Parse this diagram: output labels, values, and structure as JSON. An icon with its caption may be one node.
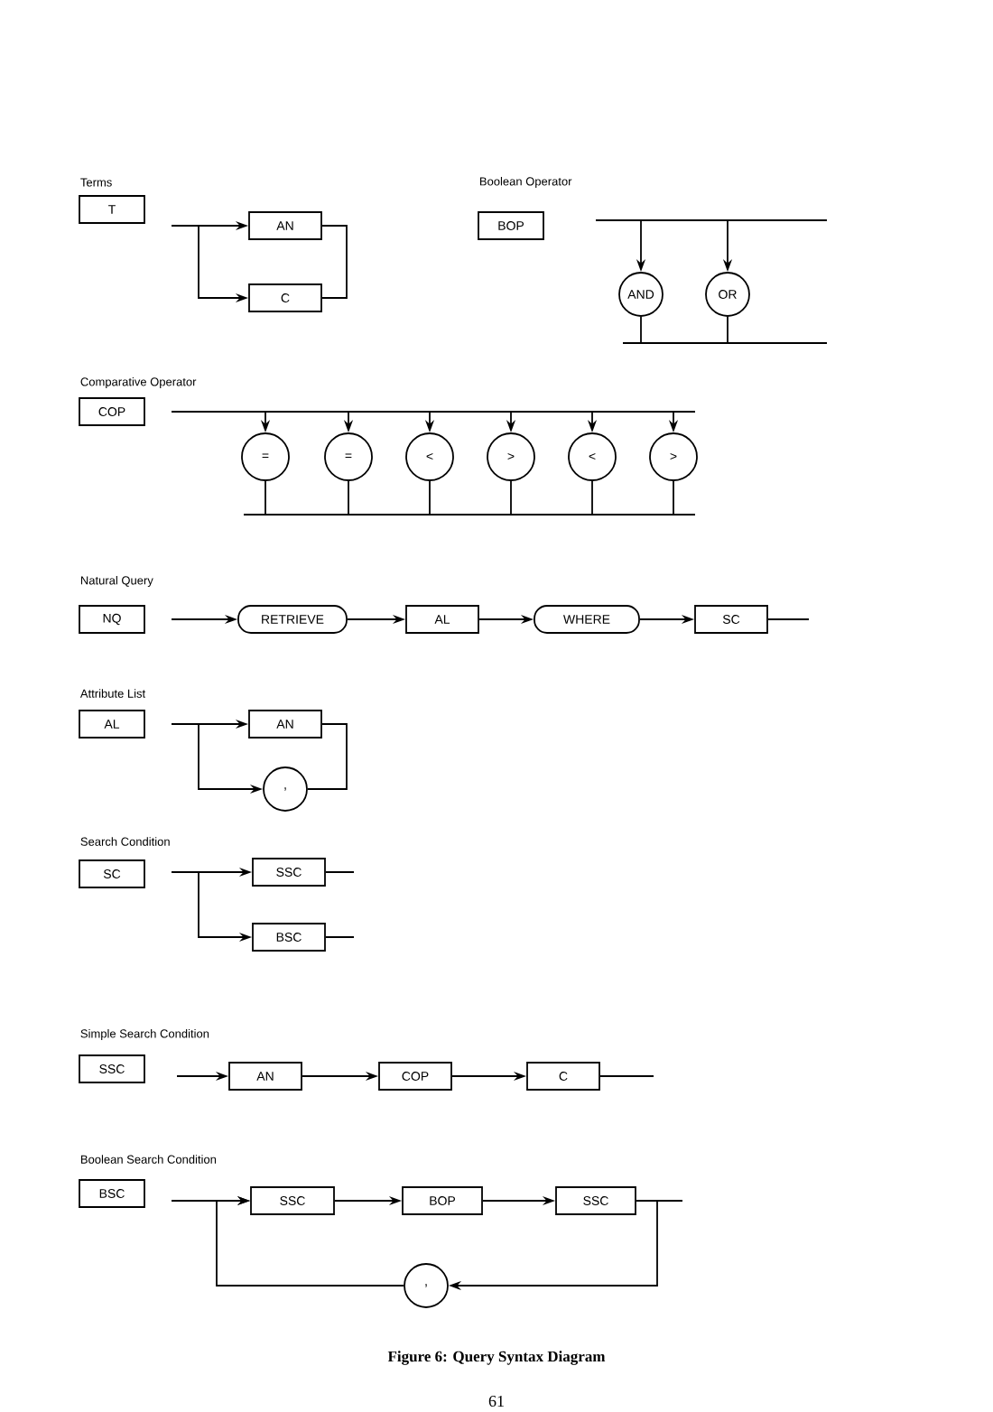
{
  "diagram": {
    "caption": "Figure 6: Query Syntax Diagram",
    "nodes": [
      {
        "text": [
          "T"
        ]
      },
      {
        "text": [
          "AN"
        ]
      },
      {
        "text": [
          "C"
        ]
      },
      {
        "text": [
          "BOP"
        ]
      },
      {
        "text": [
          "AND"
        ]
      },
      {
        "text": [
          "OR"
        ]
      },
      {
        "text": [
          "COP"
        ]
      },
      {
        "text": [
          "="
        ]
      },
      {
        "text": [
          "="
        ]
      },
      {
        "text": [
          "<"
        ]
      },
      {
        "text": [
          ">"
        ]
      },
      {
        "text": [
          "<"
        ]
      },
      {
        "text": [
          ">"
        ]
      },
      {
        "text": [
          "NQ"
        ]
      },
      {
        "text": [
          "RETRIEVE"
        ]
      },
      {
        "text": [
          "AL"
        ]
      },
      {
        "text": [
          "WHERE"
        ]
      },
      {
        "text": [
          "SC"
        ]
      },
      {
        "text": [
          "AL"
        ]
      },
      {
        "text": [
          "AN"
        ]
      },
      {
        "text": [
          ","
        ]
      },
      {
        "text": [
          "SC"
        ]
      },
      {
        "text": [
          "SSC"
        ]
      },
      {
        "text": [
          "BSC"
        ]
      },
      {
        "text": [
          "SSC"
        ]
      },
      {
        "text": [
          "AN"
        ]
      },
      {
        "text": [
          "COP"
        ]
      },
      {
        "text": [
          "C"
        ]
      },
      {
        "text": [
          "BSC"
        ]
      },
      {
        "text": [
          "SSC"
        ]
      },
      {
        "text": [
          "BOP"
        ]
      },
      {
        "text": [
          "SSC"
        ]
      },
      {
        "text": [
          ","
        ]
      }
    ],
    "edges": [
      {
        "from": null,
        "to": 1,
        "arrow": "to"
      },
      {
        "from": null,
        "to": 2,
        "arrow": "to"
      },
      {
        "from": 1,
        "to": 2,
        "arrow": "none"
      },
      {
        "from": null,
        "to": 4,
        "arrow": "to"
      },
      {
        "from": null,
        "to": 5,
        "arrow": "to"
      },
      {
        "from": 4,
        "to": null,
        "arrow": "none"
      },
      {
        "from": 5,
        "to": null,
        "arrow": "none"
      },
      {
        "from": null,
        "to": 7,
        "arrow": "to"
      },
      {
        "from": null,
        "to": 8,
        "arrow": "to"
      },
      {
        "from": null,
        "to": 9,
        "arrow": "to"
      },
      {
        "from": null,
        "to": 10,
        "arrow": "to"
      },
      {
        "from": null,
        "to": 11,
        "arrow": "to"
      },
      {
        "from": null,
        "to": 12,
        "arrow": "to"
      },
      {
        "from": 7,
        "to": null,
        "arrow": "none"
      },
      {
        "from": 8,
        "to": null,
        "arrow": "none"
      },
      {
        "from": 9,
        "to": null,
        "arrow": "none"
      },
      {
        "from": 10,
        "to": null,
        "arrow": "none"
      },
      {
        "from": 11,
        "to": null,
        "arrow": "none"
      },
      {
        "from": 12,
        "to": null,
        "arrow": "none"
      },
      {
        "from": null,
        "to": 14,
        "arrow": "to"
      },
      {
        "from": 14,
        "to": 15,
        "arrow": "to"
      },
      {
        "from": 15,
        "to": 16,
        "arrow": "to"
      },
      {
        "from": 16,
        "to": 17,
        "arrow": "to"
      },
      {
        "from": 17,
        "to": null,
        "arrow": "none"
      },
      {
        "from": null,
        "to": 19,
        "arrow": "to"
      },
      {
        "from": null,
        "to": 20,
        "arrow": "to"
      },
      {
        "from": 19,
        "to": 20,
        "arrow": "none"
      },
      {
        "from": null,
        "to": 22,
        "arrow": "to"
      },
      {
        "from": null,
        "to": 23,
        "arrow": "to"
      },
      {
        "from": 22,
        "to": null,
        "arrow": "none"
      },
      {
        "from": 23,
        "to": null,
        "arrow": "none"
      },
      {
        "from": null,
        "to": 25,
        "arrow": "to"
      },
      {
        "from": 25,
        "to": 26,
        "arrow": "to"
      },
      {
        "from": 26,
        "to": 27,
        "arrow": "to"
      },
      {
        "from": 27,
        "to": null,
        "arrow": "none"
      },
      {
        "from": null,
        "to": 29,
        "arrow": "to"
      },
      {
        "from": 29,
        "to": 30,
        "arrow": "to"
      },
      {
        "from": 30,
        "to": 31,
        "arrow": "to"
      },
      {
        "from": 31,
        "to": null,
        "arrow": "none"
      },
      {
        "from": 31,
        "to": 32,
        "arrow": "to"
      },
      {
        "from": 32,
        "to": 29,
        "arrow": "to"
      }
    ],
    "labels": [
      "Terms",
      "Boolean Operator",
      "Comparative Operator",
      "Natural Query",
      "Attribute List",
      "Search Condition",
      "Simple Search Condition",
      "Boolean Search Condition",
      "61"
    ]
  }
}
